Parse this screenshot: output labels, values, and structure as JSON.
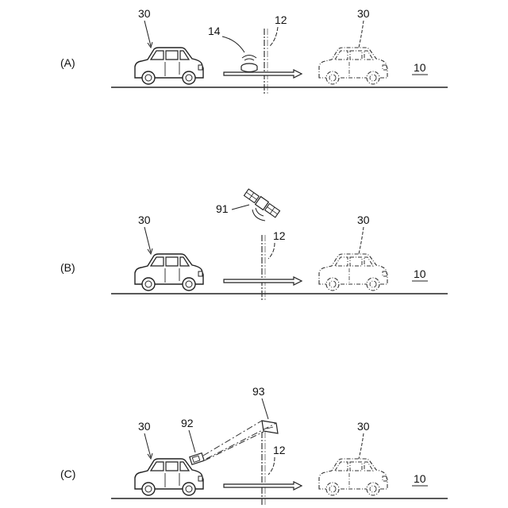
{
  "panels": [
    {
      "id": "A",
      "label": "(A)",
      "car_ref": "30",
      "ghost_car_ref": "30",
      "boundary_ref": "12",
      "road_ref": "10",
      "device_ref": "14",
      "device": "road-sensor-icon"
    },
    {
      "id": "B",
      "label": "(B)",
      "car_ref": "30",
      "ghost_car_ref": "30",
      "boundary_ref": "12",
      "road_ref": "10",
      "device_ref": "91",
      "device": "satellite-icon"
    },
    {
      "id": "C",
      "label": "(C)",
      "car_ref": "30",
      "ghost_car_ref": "30",
      "boundary_ref": "12",
      "road_ref": "10",
      "camera_ref": "92",
      "marker_ref": "93",
      "device": "camera-icon"
    }
  ]
}
